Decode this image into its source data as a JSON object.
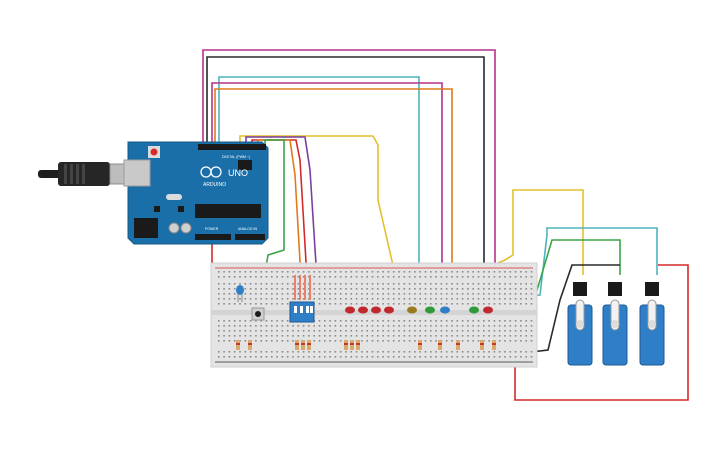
{
  "arduino": {
    "brand": "ARDUINO",
    "model": "UNO",
    "digital_label": "DIGITAL (PWM ~)",
    "analog_label": "ANALOG IN",
    "power_label": "POWER"
  },
  "colors": {
    "board": "#1b6fa8",
    "breadboard": "#e4e4e4",
    "wire_magenta": "#b5318c",
    "wire_black": "#2a2a2a",
    "wire_teal": "#4fb3bf",
    "wire_orange": "#e07b1a",
    "wire_yellow": "#e2c12a",
    "wire_green": "#3aa548",
    "wire_red": "#d42a2a",
    "wire_purple": "#7b3fa0",
    "servo": "#2f7fc8"
  },
  "icons": [
    "usb-cable-icon",
    "dip-switch-icon",
    "pushbutton-icon",
    "servo-icon",
    "led-icon",
    "resistor-icon"
  ]
}
